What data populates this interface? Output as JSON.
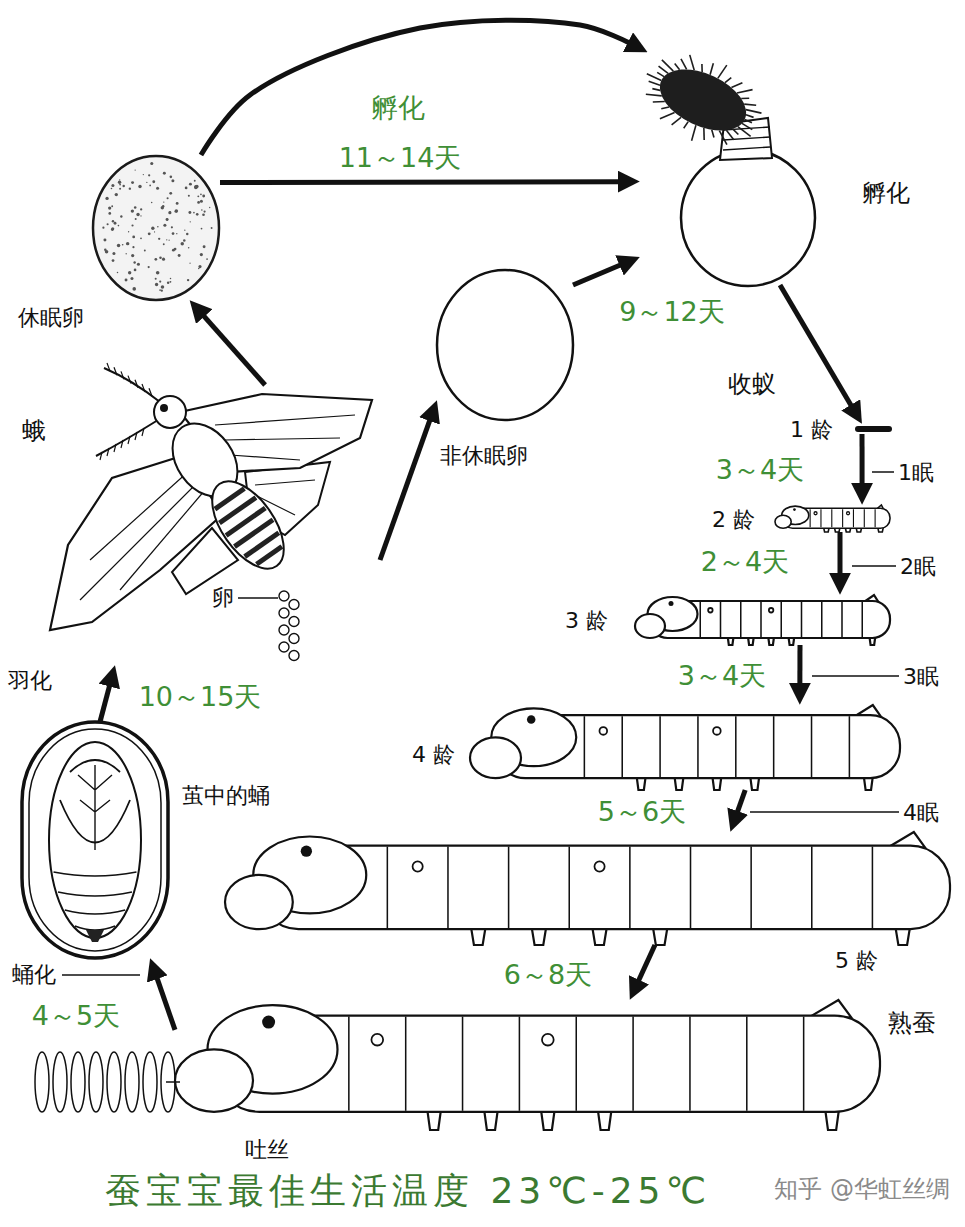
{
  "diagram": {
    "caption": "蚕宝宝最佳生活温度 23℃-25℃",
    "nodes": [
      {
        "text": [
          "休眠卵"
        ]
      },
      {
        "text": [
          "孵化"
        ]
      },
      {
        "text": [
          "非休眠卵"
        ]
      },
      {
        "text": [
          "蛾"
        ]
      },
      {
        "text": [
          "1 龄"
        ]
      },
      {
        "text": [
          "2 龄"
        ]
      },
      {
        "text": [
          "3 龄"
        ]
      },
      {
        "text": [
          "4 龄"
        ]
      },
      {
        "text": [
          "5 龄"
        ]
      },
      {
        "text": [
          "茧中的蛹"
        ]
      },
      {
        "text": [
          "熟蚕"
        ]
      }
    ],
    "edges": [
      {
        "from": 0,
        "to": 1,
        "arrow": "to",
        "label": "孵化"
      },
      {
        "from": 0,
        "to": 1,
        "arrow": "to",
        "label": "11～14天"
      },
      {
        "from": 2,
        "to": 1,
        "arrow": "to",
        "label": "9～12天"
      },
      {
        "from": 1,
        "to": 4,
        "arrow": "to",
        "label": "收蚁"
      },
      {
        "from": 4,
        "to": 5,
        "arrow": "to",
        "label": "3～4天"
      },
      {
        "from": 5,
        "to": 6,
        "arrow": "to",
        "label": "2～4天"
      },
      {
        "from": 6,
        "to": 7,
        "arrow": "to",
        "label": "3～4天"
      },
      {
        "from": 7,
        "to": 8,
        "arrow": "to",
        "label": "5～6天"
      },
      {
        "from": 8,
        "to": 10,
        "arrow": "to",
        "label": "6～8天"
      },
      {
        "from": 10,
        "to": 9,
        "arrow": "to",
        "label": "4～5天"
      },
      {
        "from": 9,
        "to": 3,
        "arrow": "to",
        "label": "10～15天"
      },
      {
        "from": 3,
        "to": 0,
        "arrow": "to"
      },
      {
        "from": 3,
        "to": 2,
        "arrow": "to"
      }
    ],
    "labels": [
      "1眠",
      "2眠",
      "3眠",
      "4眠",
      "卵",
      "羽化",
      "蛹化",
      "吐丝",
      "知乎 @华虹丝绸"
    ]
  }
}
